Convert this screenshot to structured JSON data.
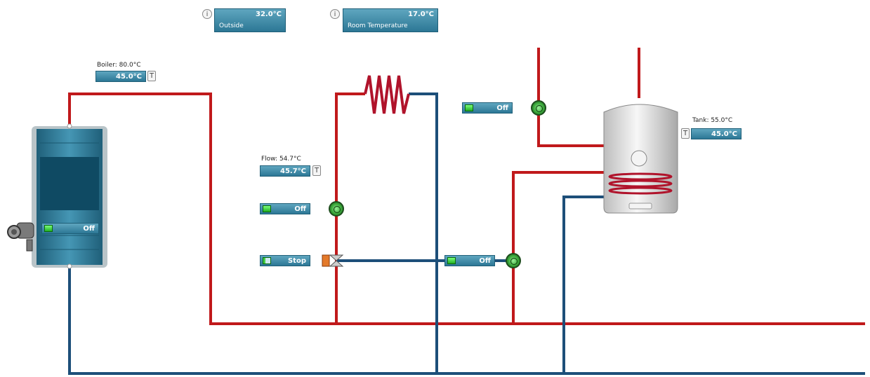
{
  "info_boxes": [
    {
      "value": "32.0°C",
      "label": "Outside Temperature"
    },
    {
      "value": "17.0°C",
      "label": "Room Temperature"
    }
  ],
  "boiler": {
    "set_label": "Boiler: 80.0°C",
    "value": "45.0°C",
    "status": "Off"
  },
  "mixing_circuit": {
    "flow_label": "Flow: 54.7°C",
    "flow_value": "45.7°C",
    "pump_status": "Off",
    "mixer_status": "Stop"
  },
  "dhw": {
    "pump_status": "Off",
    "tank_label": "Tank: 55.0°C",
    "tank_value": "45.0°C"
  },
  "return_pump": {
    "status": "Off"
  },
  "colors": {
    "supply": "#c0191b",
    "return": "#1d4f79"
  }
}
